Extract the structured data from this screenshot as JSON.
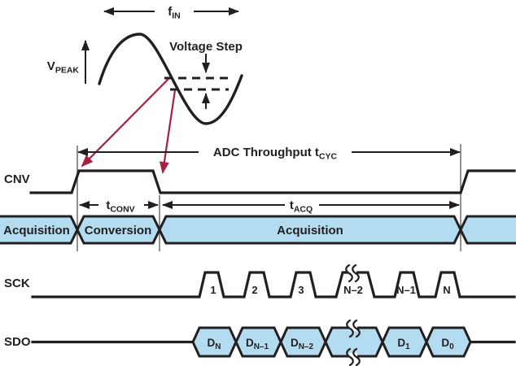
{
  "colors": {
    "line": "#231f20",
    "accent_red": "#a8203f",
    "fill_blue": "#b3dcf1",
    "background": "#ffffff"
  },
  "analog": {
    "fin": {
      "main": "f",
      "sub": "IN"
    },
    "vpeak": {
      "main": "V",
      "sub": "PEAK"
    },
    "voltage_step": "Voltage Step"
  },
  "timing": {
    "tcyc": {
      "main": "ADC Throughput t",
      "sub": "CYC"
    },
    "tconv": {
      "main": "t",
      "sub": "CONV"
    },
    "tacq": {
      "main": "t",
      "sub": "ACQ"
    }
  },
  "signals": {
    "cnv": "CNV",
    "sck": "SCK",
    "sdo": "SDO"
  },
  "phases": [
    "Acquisition",
    "Conversion",
    "Acquisition"
  ],
  "sck_clock_labels": [
    "1",
    "2",
    "3",
    "N–2",
    "N–1",
    "N"
  ],
  "sdo_bits": [
    {
      "main": "D",
      "sub": "N"
    },
    {
      "main": "D",
      "sub": "N–1"
    },
    {
      "main": "D",
      "sub": "N–2"
    },
    {
      "main": "D",
      "sub": "1"
    },
    {
      "main": "D",
      "sub": "0"
    }
  ]
}
